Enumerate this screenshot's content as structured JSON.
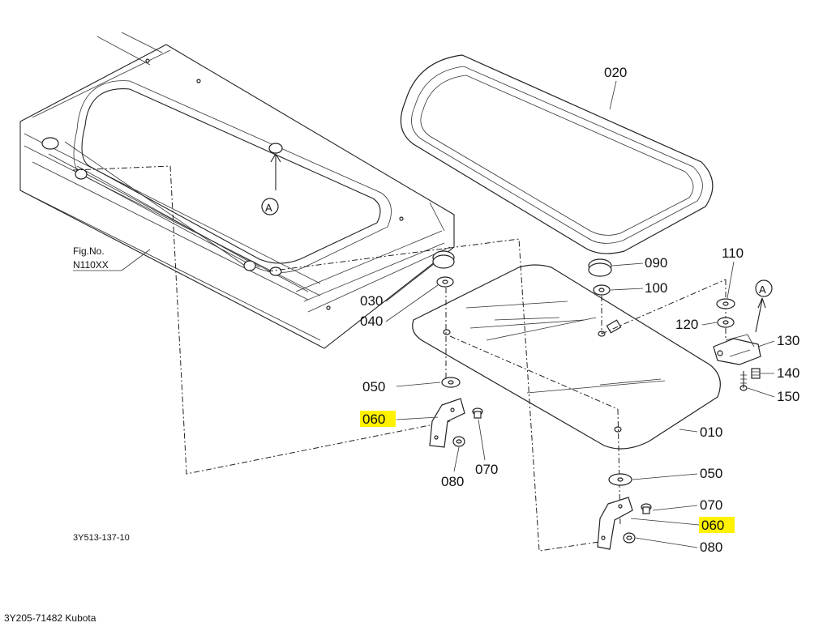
{
  "figure": {
    "fig_no_label": "Fig.No.",
    "fig_no_value": "N110XX",
    "drawing_code": "3Y513-137-10",
    "footer_text": "3Y205-71482 Kubota",
    "ref_markers": [
      "A",
      "A"
    ]
  },
  "callouts": {
    "c010": "010",
    "c020": "020",
    "c030": "030",
    "c040": "040",
    "c050a": "050",
    "c050b": "050",
    "c060a": "060",
    "c060b": "060",
    "c070a": "070",
    "c070b": "070",
    "c080a": "080",
    "c080b": "080",
    "c090": "090",
    "c100": "100",
    "c110": "110",
    "c120": "120",
    "c130": "130",
    "c140": "140",
    "c150": "150"
  },
  "highlight_color": "#fff200"
}
